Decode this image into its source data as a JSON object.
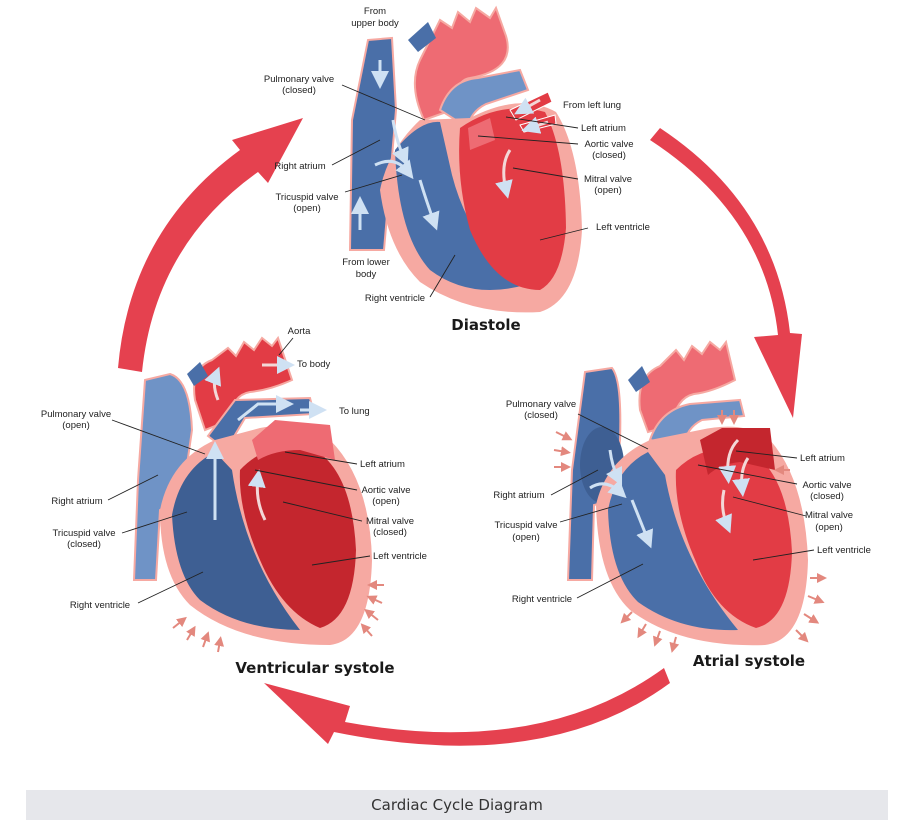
{
  "caption": "Cardiac Cycle Diagram",
  "colors": {
    "cycle_arrow": "#e5414f",
    "deoxygenated_blue": "#4a6fa8",
    "deoxygenated_dark_blue": "#3e5f93",
    "light_blue": "#6f93c6",
    "oxygenated_red": "#e23c45",
    "dark_red": "#c4262e",
    "pink_wall": "#f6a9a2",
    "light_pink": "#ee6b73",
    "flow_arrow": "#cfe1f3"
  },
  "diastole": {
    "title": "Diastole",
    "labels": {
      "from_upper_body_1": "From",
      "from_upper_body_2": "upper body",
      "pulmonary_valve_1": "Pulmonary valve",
      "pulmonary_valve_2": "(closed)",
      "right_atrium": "Right atrium",
      "tricuspid_valve_1": "Tricuspid  valve",
      "tricuspid_valve_2": "(open)",
      "from_lower_body_1": "From lower",
      "from_lower_body_2": "body",
      "right_ventricle": "Right ventricle",
      "from_left_lung": "From left lung",
      "left_atrium": "Left atrium",
      "aortic_valve_1": "Aortic valve",
      "aortic_valve_2": "(closed)",
      "mitral_valve_1": "Mitral  valve",
      "mitral_valve_2": "(open)",
      "left_ventricle": "Left ventricle"
    }
  },
  "ventricular_systole": {
    "title": "Ventricular systole",
    "labels": {
      "aorta": "Aorta",
      "to_body": "To body",
      "to_lung": "To lung",
      "pulmonary_valve_1": "Pulmonary valve",
      "pulmonary_valve_2": "(open)",
      "right_atrium": "Right atrium",
      "tricuspid_valve_1": "Tricuspid  valve",
      "tricuspid_valve_2": "(closed)",
      "right_ventricle": "Right ventricle",
      "left_atrium": "Left atrium",
      "aortic_valve_1": "Aortic valve",
      "aortic_valve_2": "(open)",
      "mitral_valve_1": "Mitral  valve",
      "mitral_valve_2": "(closed)",
      "left_ventricle": "Left ventricle"
    }
  },
  "atrial_systole": {
    "title": "Atrial  systole",
    "labels": {
      "pulmonary_valve_1": "Pulmonary valve",
      "pulmonary_valve_2": "(closed)",
      "right_atrium": "Right atrium",
      "tricuspid_valve_1": "Tricuspid  valve",
      "tricuspid_valve_2": "(open)",
      "right_ventricle": "Right ventricle",
      "left_atrium": "Left atrium",
      "aortic_valve_1": "Aortic valve",
      "aortic_valve_2": "(closed)",
      "mitral_valve_1": "Mitral  valve",
      "mitral_valve_2": "(open)",
      "left_ventricle": "Left ventricle"
    }
  }
}
